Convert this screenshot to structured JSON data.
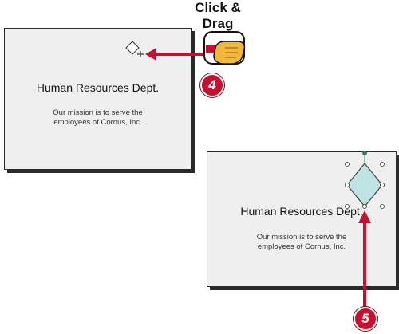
{
  "instruction": {
    "line1": "Click &",
    "line2": "Drag"
  },
  "steps": [
    "4",
    "5"
  ],
  "slide_before": {
    "title": "Human Resources Dept.",
    "body_line1": "Our mission is to serve the",
    "body_line2": "employees of Cornus, Inc."
  },
  "slide_after": {
    "title": "Human Resources Dept.",
    "body_line1": "Our mission is to serve the",
    "body_line2": "employees of Cornus, Inc."
  },
  "colors": {
    "arrow": "#c8102e",
    "badge": "#c8102e",
    "slide_bg": "#efefef",
    "shape_fill": "#bfe3e3",
    "hand": "#f2b83a"
  },
  "icons": [
    "diamond-shape-tool-icon",
    "crosshair-cursor-icon",
    "pointing-hand-icon",
    "mouse-icon"
  ]
}
